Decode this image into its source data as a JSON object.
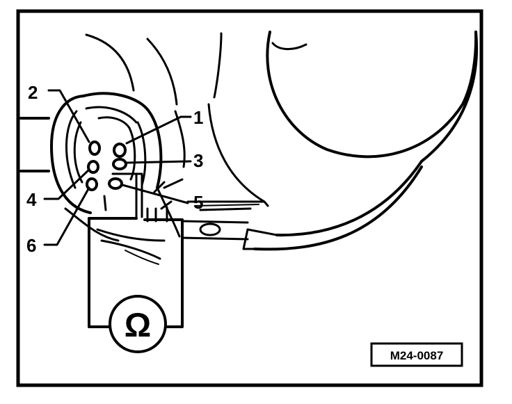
{
  "diagram": {
    "reference_code": "M24-0087",
    "ohmmeter_symbol": "Ω",
    "pin_labels": {
      "pin1": "1",
      "pin2": "2",
      "pin3": "3",
      "pin4": "4",
      "pin5": "5",
      "pin6": "6"
    }
  }
}
